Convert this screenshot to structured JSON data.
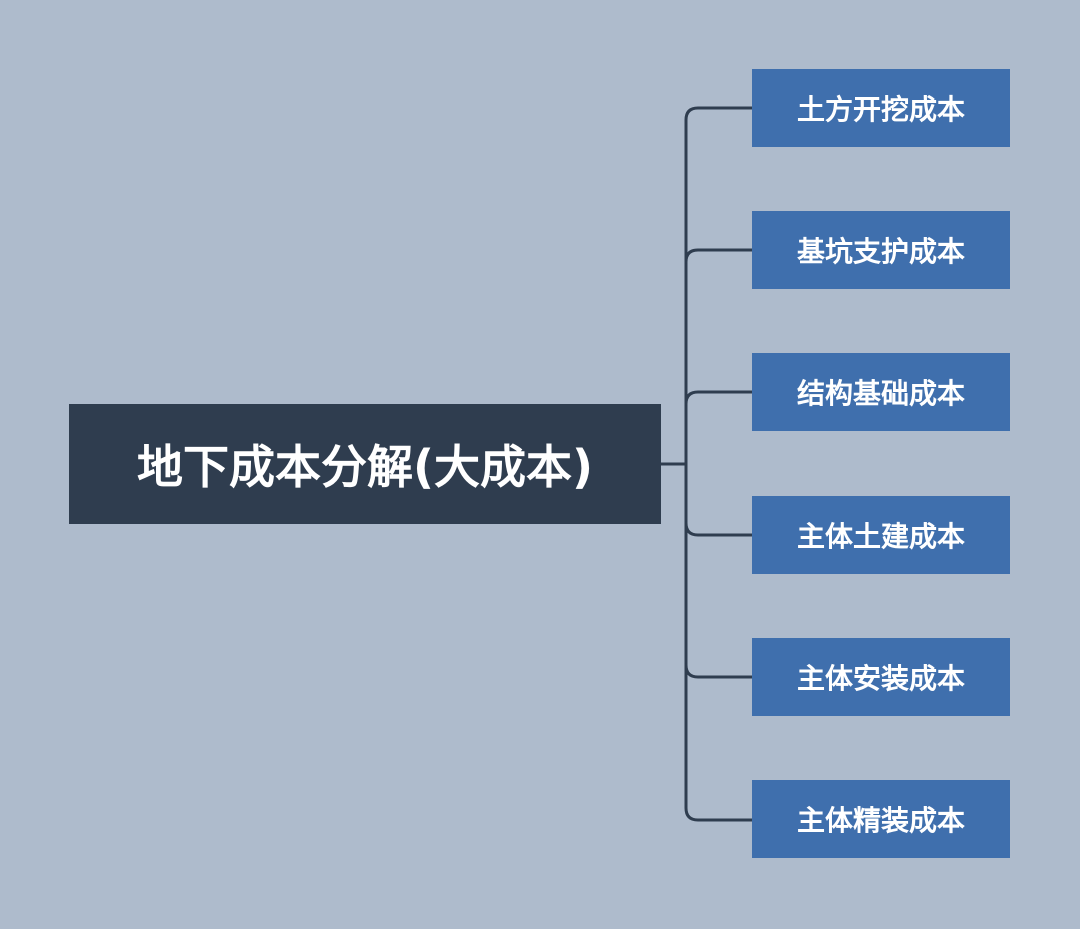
{
  "diagram": {
    "root": {
      "label": "地下成本分解(大成本)"
    },
    "children": [
      {
        "label": "土方开挖成本"
      },
      {
        "label": "基坑支护成本"
      },
      {
        "label": "结构基础成本"
      },
      {
        "label": "主体土建成本"
      },
      {
        "label": "主体安装成本"
      },
      {
        "label": "主体精装成本"
      }
    ],
    "colors": {
      "background": "#aebbcc",
      "root_fill": "#2f3d4f",
      "child_fill": "#3f6fad",
      "connector": "#2f3d4f",
      "text": "#ffffff"
    }
  }
}
